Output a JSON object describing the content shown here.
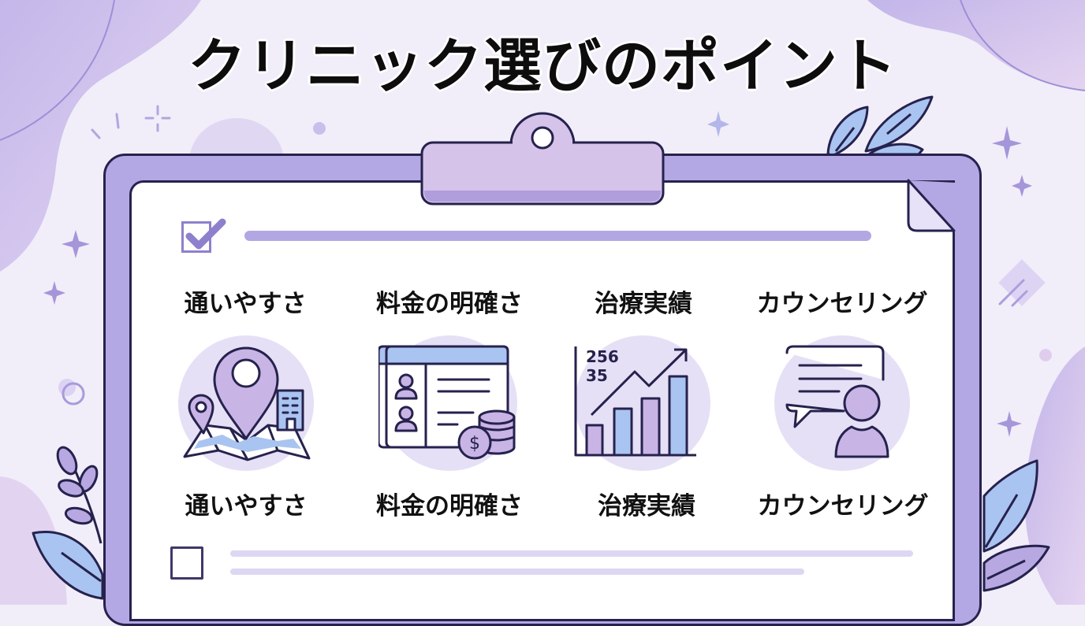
{
  "title": "クリニック選びのポイント",
  "checklist": {
    "top_item": {
      "checked": true
    },
    "bottom_item": {
      "checked": false
    }
  },
  "points": [
    {
      "label": "通いやすさ",
      "icon": "map-location-icon"
    },
    {
      "label": "料金の明確さ",
      "icon": "price-list-coins-icon"
    },
    {
      "label": "治療実績",
      "icon": "growth-chart-icon"
    },
    {
      "label": "カウンセリング",
      "icon": "counseling-chat-icon"
    }
  ],
  "chart_icon_numbers": {
    "line1": "256",
    "line2": "35"
  },
  "colors": {
    "background": "#f1eef9",
    "clipboard": "#b4a8e4",
    "clip": "#d5c3ea",
    "outline": "#26224d",
    "icon_circle": "#e6e0f6",
    "accent_lavender": "#c9b4e6",
    "accent_blue": "#a9c4f0",
    "line_primary": "#b3a7e3",
    "line_secondary": "#ddd7f3"
  }
}
